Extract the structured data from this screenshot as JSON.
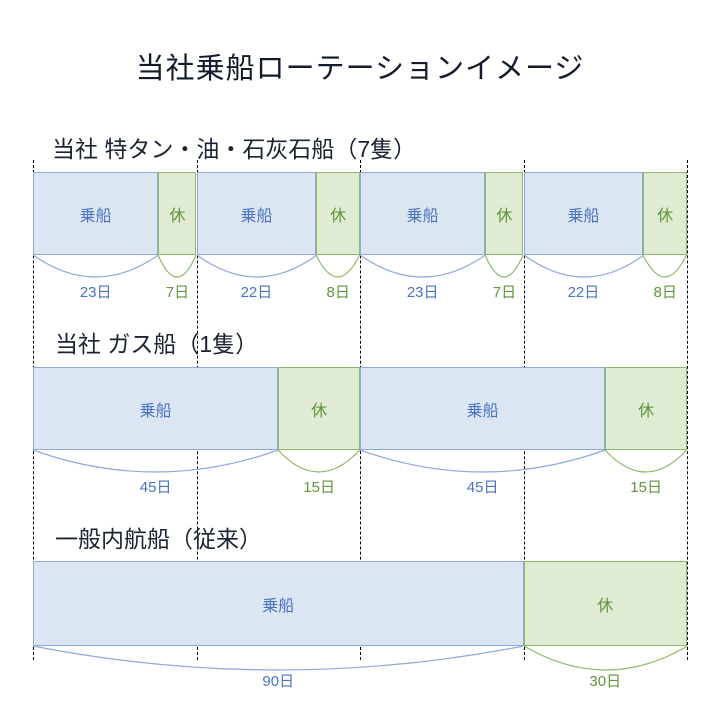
{
  "title": "当社乗船ローテーションイメージ",
  "colors": {
    "work_fill": "#dce6f3",
    "work_border": "#8faadc",
    "work_text": "#4a74c0",
    "rest_fill": "#e0ebd3",
    "rest_border": "#8fb96a",
    "rest_text": "#61953d",
    "grid": "#000000",
    "title_text": "#121a2b"
  },
  "labels": {
    "work": "乗船",
    "rest": "休"
  },
  "sections": [
    {
      "heading": "当社  特タン・油・石灰石船（7隻）",
      "name": "tokutan-oil-limestone",
      "segments": [
        {
          "type": "work",
          "label": "乗船",
          "days": "23日",
          "value": 23
        },
        {
          "type": "rest",
          "label": "休",
          "days": "7日",
          "value": 7
        },
        {
          "type": "work",
          "label": "乗船",
          "days": "22日",
          "value": 22
        },
        {
          "type": "rest",
          "label": "休",
          "days": "8日",
          "value": 8
        },
        {
          "type": "work",
          "label": "乗船",
          "days": "23日",
          "value": 23
        },
        {
          "type": "rest",
          "label": "休",
          "days": "7日",
          "value": 7
        },
        {
          "type": "work",
          "label": "乗船",
          "days": "22日",
          "value": 22
        },
        {
          "type": "rest",
          "label": "休",
          "days": "8日",
          "value": 8
        }
      ]
    },
    {
      "heading": "当社  ガス船（1隻）",
      "name": "gas-ship",
      "segments": [
        {
          "type": "work",
          "label": "乗船",
          "days": "45日",
          "value": 45
        },
        {
          "type": "rest",
          "label": "休",
          "days": "15日",
          "value": 15
        },
        {
          "type": "work",
          "label": "乗船",
          "days": "45日",
          "value": 45
        },
        {
          "type": "rest",
          "label": "休",
          "days": "15日",
          "value": 15
        }
      ]
    },
    {
      "heading": "一般内航船（従来）",
      "name": "general-coastal-conventional",
      "segments": [
        {
          "type": "work",
          "label": "乗船",
          "days": "90日",
          "value": 90
        },
        {
          "type": "rest",
          "label": "休",
          "days": "30日",
          "value": 30
        }
      ]
    }
  ],
  "chart_data": {
    "type": "bar",
    "title": "当社乗船ローテーションイメージ",
    "xlabel": "",
    "ylabel": "",
    "orientation": "horizontal-stacked-timeline",
    "total_days": 120,
    "grid": "dashed vertical lines every 30 days",
    "legend": [
      "乗船",
      "休"
    ],
    "series": [
      {
        "name": "当社  特タン・油・石灰石船（7隻）",
        "segments": [
          {
            "label": "乗船",
            "days": 23
          },
          {
            "label": "休",
            "days": 7
          },
          {
            "label": "乗船",
            "days": 22
          },
          {
            "label": "休",
            "days": 8
          },
          {
            "label": "乗船",
            "days": 23
          },
          {
            "label": "休",
            "days": 7
          },
          {
            "label": "乗船",
            "days": 22
          },
          {
            "label": "休",
            "days": 8
          }
        ]
      },
      {
        "name": "当社  ガス船（1隻）",
        "segments": [
          {
            "label": "乗船",
            "days": 45
          },
          {
            "label": "休",
            "days": 15
          },
          {
            "label": "乗船",
            "days": 45
          },
          {
            "label": "休",
            "days": 15
          }
        ]
      },
      {
        "name": "一般内航船（従来）",
        "segments": [
          {
            "label": "乗船",
            "days": 90
          },
          {
            "label": "休",
            "days": 30
          }
        ]
      }
    ]
  }
}
